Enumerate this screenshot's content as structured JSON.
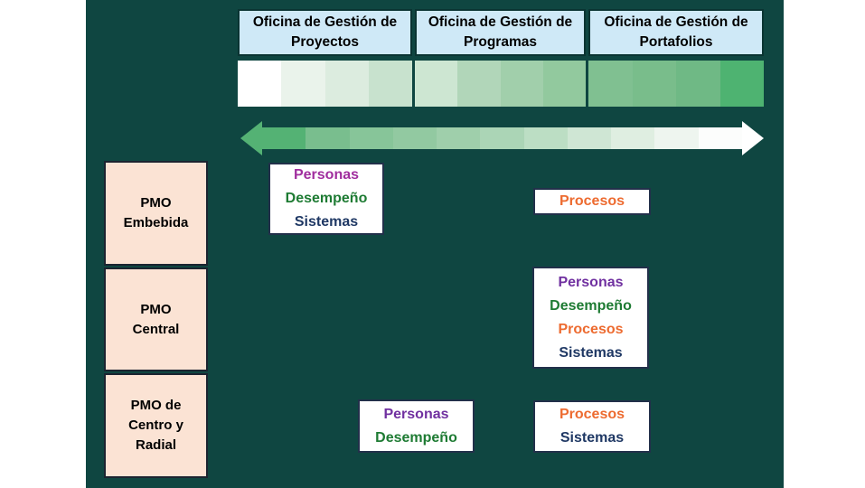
{
  "title_row": {
    "columns": [
      {
        "label": "Oficina de Gestión de Proyectos"
      },
      {
        "label": "Oficina de Gestión de Programas"
      },
      {
        "label": "Oficina de Gestión de Portafolios"
      }
    ]
  },
  "rows": [
    {
      "label": "PMO Embebida"
    },
    {
      "label": "PMO Central"
    },
    {
      "label": "PMO de Centro y Radial"
    }
  ],
  "maturity_bar": {
    "segments": [
      {
        "steps": [
          "#ffffff",
          "#eaf3eb",
          "#dcecdf",
          "#c8e2ce"
        ]
      },
      {
        "steps": [
          "#cde6d2",
          "#b1d6b9",
          "#a1cfab",
          "#92c99e"
        ]
      },
      {
        "steps": [
          "#80c091",
          "#79bd8b",
          "#6fb985",
          "#4eb371"
        ]
      }
    ]
  },
  "arrow": {
    "steps": [
      "#54b274",
      "#79be8e",
      "#87c599",
      "#92c9a1",
      "#9fcfab",
      "#abd5b6",
      "#bcdec4",
      "#cfe6d4",
      "#dfeee1",
      "#eef5ef",
      "#fcfdfc"
    ],
    "left_head": "#54b274",
    "right_head": "#ffffff"
  },
  "colors": {
    "personas_magenta": "#a02d9e",
    "personas": "#7030a0",
    "desempeno": "#1e7b33",
    "procesos": "#ed6b30",
    "sistemas": "#1f3864"
  },
  "palette": {
    "canvas_background": "#0f4641",
    "header_background": "#cfe9f7",
    "pmo_background": "#fbe3d4",
    "text": "#000000"
  },
  "cells": {
    "embebida_proyectos": [
      {
        "text": "Personas",
        "color": "personas_magenta"
      },
      {
        "text": "Desempeño",
        "color": "desempeno"
      },
      {
        "text": "Sistemas",
        "color": "sistemas"
      }
    ],
    "embebida_programas": [
      {
        "text": "Procesos",
        "color": "procesos"
      }
    ],
    "central_programas": [
      {
        "text": "Personas",
        "color": "personas"
      },
      {
        "text": "Desempeño",
        "color": "desempeno"
      },
      {
        "text": "Procesos",
        "color": "procesos"
      },
      {
        "text": "Sistemas",
        "color": "sistemas"
      }
    ],
    "centro_radial_proyectos": [
      {
        "text": "Personas",
        "color": "personas"
      },
      {
        "text": "Desempeño",
        "color": "desempeno"
      }
    ],
    "centro_radial_programas": [
      {
        "text": "Procesos",
        "color": "procesos"
      },
      {
        "text": "Sistemas",
        "color": "sistemas"
      }
    ]
  }
}
